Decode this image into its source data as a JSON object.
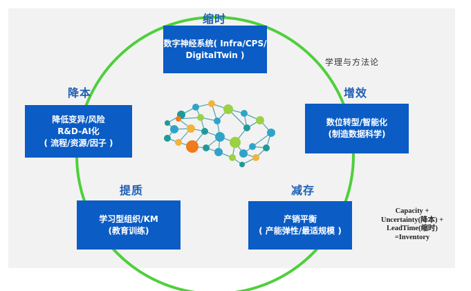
{
  "stages": {
    "top": "缩时",
    "left": "降本",
    "right": "增效",
    "bottom_left": "提质",
    "bottom_right": "减存"
  },
  "boxes": {
    "top": [
      "数字神经系统( Infra/CPS/",
      "DigitalTwin )"
    ],
    "left": [
      "降低变异/风险",
      "R&D-AI化",
      "( 流程/资源/因子 )"
    ],
    "right": [
      "数位转型/智能化",
      "(制造数据科学)"
    ],
    "bottom_left": [
      "学习型组织/KM",
      "(教育训练)"
    ],
    "bottom_right": [
      "产销平衡",
      "( 产能弹性/最适规模 )"
    ]
  },
  "note": "学理与方法论",
  "formula": [
    "Capacity +",
    "Uncertainty(降本) +",
    "LeadTime(缩时)",
    "=Inventory"
  ],
  "icons": {
    "center": "brain-network-icon"
  },
  "colors": {
    "box": "#0b5cc4",
    "stage_text": "#1e5fb4",
    "ring": "#4fcf3c",
    "panel": "#f2f2f2"
  }
}
